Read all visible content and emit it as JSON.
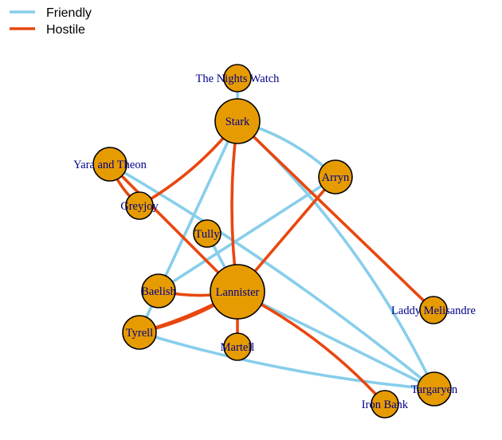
{
  "colors": {
    "friendly": "#87ceeb",
    "hostile": "#e8470f",
    "node_fill": "#e69b00",
    "node_stroke": "#000000",
    "label": "#00008b"
  },
  "legend": {
    "items": [
      {
        "key": "friendly",
        "label": "Friendly"
      },
      {
        "key": "hostile",
        "label": "Hostile"
      }
    ]
  },
  "nodes": [
    {
      "id": "nights_watch",
      "label": "The Nights Watch",
      "size": "small"
    },
    {
      "id": "stark",
      "label": "Stark",
      "size": "large"
    },
    {
      "id": "yara_theon",
      "label": "Yara and Theon",
      "size": "medium"
    },
    {
      "id": "arryn",
      "label": "Arryn",
      "size": "medium"
    },
    {
      "id": "greyjoy",
      "label": "Greyjoy",
      "size": "small"
    },
    {
      "id": "tully",
      "label": "Tully",
      "size": "small"
    },
    {
      "id": "baelish",
      "label": "Baelish",
      "size": "medium"
    },
    {
      "id": "lannister",
      "label": "Lannister",
      "size": "xlarge"
    },
    {
      "id": "laddy_melisandre",
      "label": "Laddy Melisandre",
      "size": "small"
    },
    {
      "id": "tyrell",
      "label": "Tyrell",
      "size": "medium"
    },
    {
      "id": "martell",
      "label": "Martell",
      "size": "small"
    },
    {
      "id": "targaryen",
      "label": "Targaryen",
      "size": "medium"
    },
    {
      "id": "iron_bank",
      "label": "Iron Bank",
      "size": "small"
    }
  ],
  "edges": [
    {
      "from": "nights_watch",
      "to": "stark",
      "type": "friendly"
    },
    {
      "from": "stark",
      "to": "arryn",
      "type": "friendly"
    },
    {
      "from": "stark",
      "to": "targaryen",
      "type": "friendly"
    },
    {
      "from": "stark",
      "to": "baelish",
      "type": "friendly"
    },
    {
      "from": "yara_theon",
      "to": "targaryen",
      "type": "friendly"
    },
    {
      "from": "arryn",
      "to": "baelish",
      "type": "friendly"
    },
    {
      "from": "tully",
      "to": "lannister",
      "type": "friendly"
    },
    {
      "from": "lannister",
      "to": "targaryen",
      "type": "friendly"
    },
    {
      "from": "tyrell",
      "to": "targaryen",
      "type": "friendly"
    },
    {
      "from": "baelish",
      "to": "tyrell",
      "type": "friendly"
    },
    {
      "from": "stark",
      "to": "greyjoy",
      "type": "hostile"
    },
    {
      "from": "stark",
      "to": "lannister",
      "type": "hostile"
    },
    {
      "from": "stark",
      "to": "laddy_melisandre",
      "type": "hostile"
    },
    {
      "from": "yara_theon",
      "to": "greyjoy",
      "type": "hostile"
    },
    {
      "from": "yara_theon",
      "to": "lannister",
      "type": "hostile"
    },
    {
      "from": "arryn",
      "to": "lannister",
      "type": "hostile"
    },
    {
      "from": "baelish",
      "to": "lannister",
      "type": "hostile"
    },
    {
      "from": "lannister",
      "to": "tyrell",
      "type": "hostile"
    },
    {
      "from": "lannister",
      "to": "martell",
      "type": "hostile"
    },
    {
      "from": "lannister",
      "to": "iron_bank",
      "type": "hostile"
    },
    {
      "from": "tyrell",
      "to": "lannister",
      "type": "hostile"
    }
  ]
}
